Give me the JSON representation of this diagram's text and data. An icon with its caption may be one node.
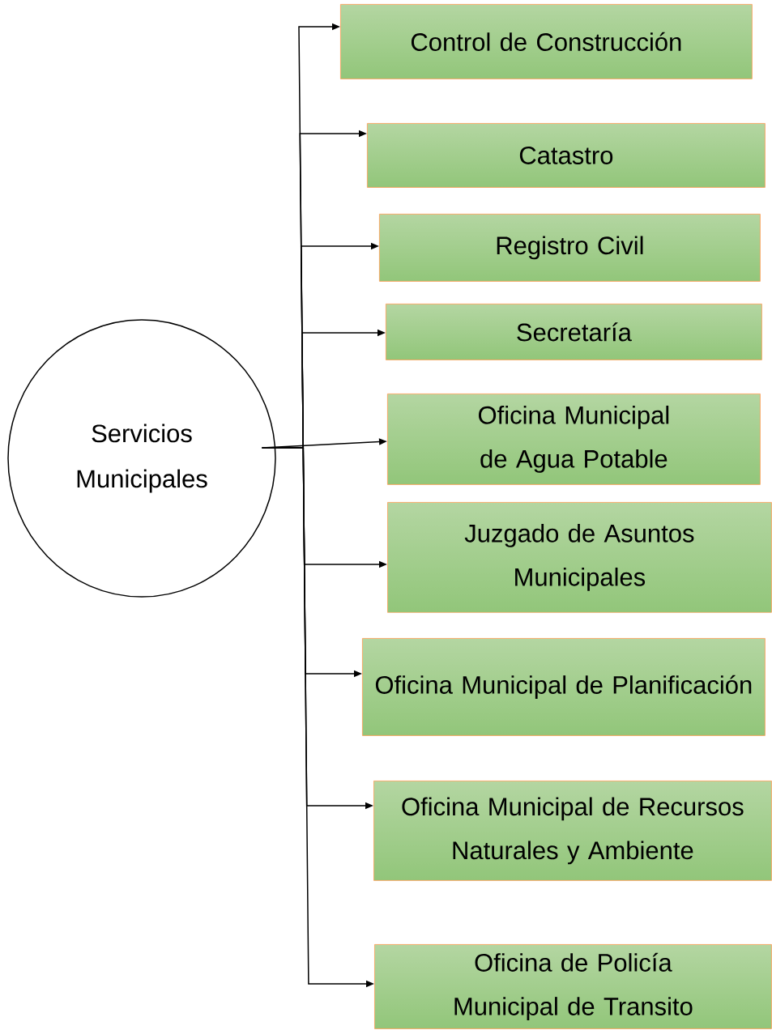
{
  "diagram": {
    "nodes": [
      {
        "text": [
          "Servicios Municipales"
        ]
      },
      {
        "text": [
          "Control de Construcción"
        ]
      },
      {
        "text": [
          "Catastro"
        ]
      },
      {
        "text": [
          "Registro Civil"
        ]
      },
      {
        "text": [
          "Secretaría"
        ]
      },
      {
        "text": [
          "Oficina Municipal de Agua Potable"
        ]
      },
      {
        "text": [
          "Juzgado de Asuntos Municipales"
        ]
      },
      {
        "text": [
          "Oficina Municipal de Planificación"
        ]
      },
      {
        "text": [
          "Oficina Municipal de Recursos Naturales y Ambiente"
        ]
      },
      {
        "text": [
          "Oficina de Policía Municipal de Transito"
        ]
      }
    ],
    "edges": [
      {
        "from": 0,
        "to": 1,
        "arrow": "to"
      },
      {
        "from": 0,
        "to": 2,
        "arrow": "to"
      },
      {
        "from": 0,
        "to": 3,
        "arrow": "to"
      },
      {
        "from": 0,
        "to": 4,
        "arrow": "to"
      },
      {
        "from": 0,
        "to": 5,
        "arrow": "to"
      },
      {
        "from": 0,
        "to": 6,
        "arrow": "to"
      },
      {
        "from": 0,
        "to": 7,
        "arrow": "to"
      },
      {
        "from": 0,
        "to": 8,
        "arrow": "to"
      },
      {
        "from": 0,
        "to": 9,
        "arrow": "to"
      }
    ]
  }
}
